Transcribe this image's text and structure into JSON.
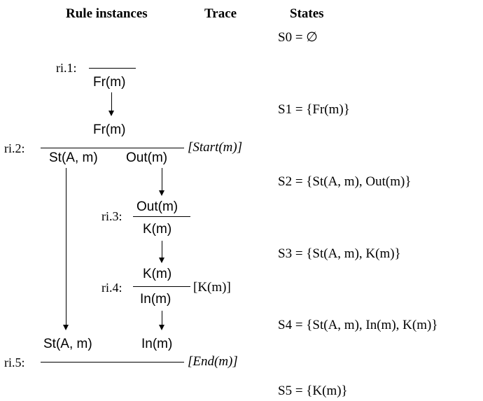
{
  "headers": {
    "rule_instances": "Rule instances",
    "trace": "Trace",
    "states": "States"
  },
  "rules": {
    "ri1": {
      "label": "ri.1:",
      "conclusion": "Fr(m)"
    },
    "ri2": {
      "label": "ri.2:",
      "premise": "Fr(m)",
      "conclusion_left": "St(A, m)",
      "conclusion_right": "Out(m)",
      "trace": "[Start(m)]"
    },
    "ri3": {
      "label": "ri.3:",
      "premise": "Out(m)",
      "conclusion": "K(m)"
    },
    "ri4": {
      "label": "ri.4:",
      "premise": "K(m)",
      "conclusion": "In(m)",
      "trace": "[K(m)]"
    },
    "ri5": {
      "label": "ri.5:",
      "premise_left": "St(A, m)",
      "premise_right": "In(m)",
      "trace": "[End(m)]"
    }
  },
  "states": [
    "S0 = ∅",
    "S1 = {Fr(m)}",
    "S2 = {St(A, m), Out(m)}",
    "S3 = {St(A, m), K(m)}",
    "S4 = {St(A, m), In(m), K(m)}",
    "S5 = {K(m)}"
  ]
}
